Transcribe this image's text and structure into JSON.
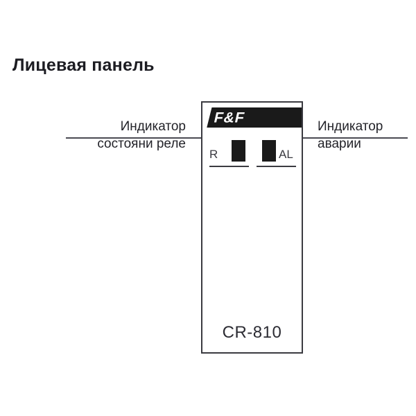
{
  "title": "Лицевая панель",
  "device": {
    "model": "CR-810",
    "brand_logo": "F&F",
    "indicators": [
      {
        "code": "R",
        "name": "relay-state-indicator"
      },
      {
        "code": "AL",
        "name": "alarm-indicator"
      }
    ]
  },
  "callouts": {
    "left": {
      "line1": "Индикатор",
      "line2": "состояни реле"
    },
    "right": {
      "line1": "Индикатор",
      "line2": "аварии"
    }
  },
  "colors": {
    "ink": "#1a1a1a",
    "outline": "#3a3a40",
    "text": "#232329",
    "background": "#ffffff"
  }
}
